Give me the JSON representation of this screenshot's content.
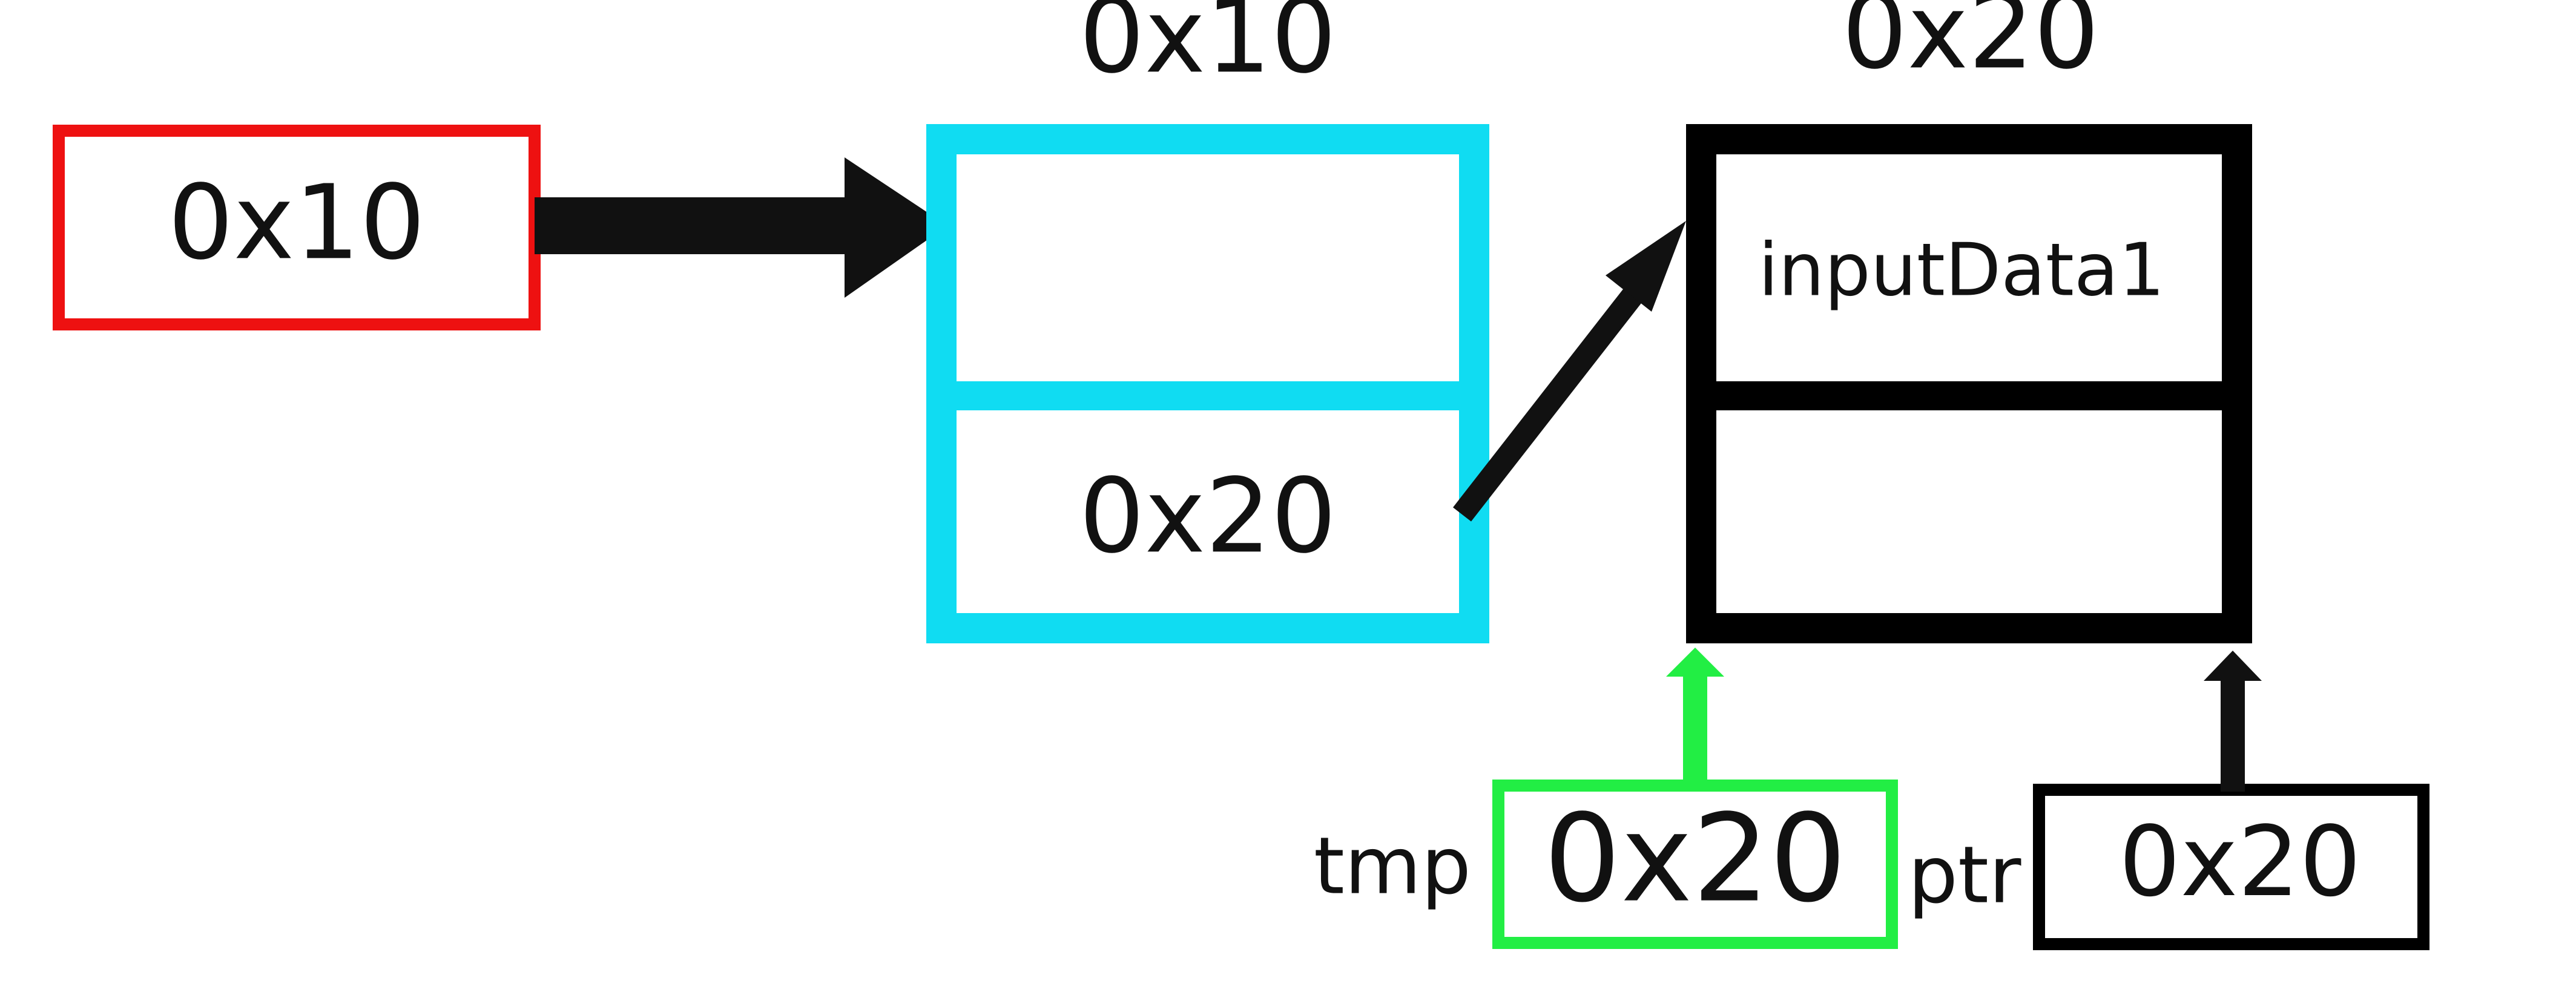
{
  "colors": {
    "head_pointer": "#ee1111",
    "node1": "#10dcf2",
    "node2": "#000000",
    "tmp_pointer": "#22ee44",
    "ptr_pointer": "#000000",
    "text": "#111111",
    "background": "#ffffff"
  },
  "head": {
    "value": "0x10"
  },
  "node1": {
    "address": "0x10",
    "data": "",
    "next": "0x20"
  },
  "node2": {
    "address": "0x20",
    "data": "inputData1",
    "next": ""
  },
  "tmp": {
    "name": "tmp",
    "value": "0x20"
  },
  "ptr": {
    "name": "ptr",
    "value": "0x20"
  }
}
